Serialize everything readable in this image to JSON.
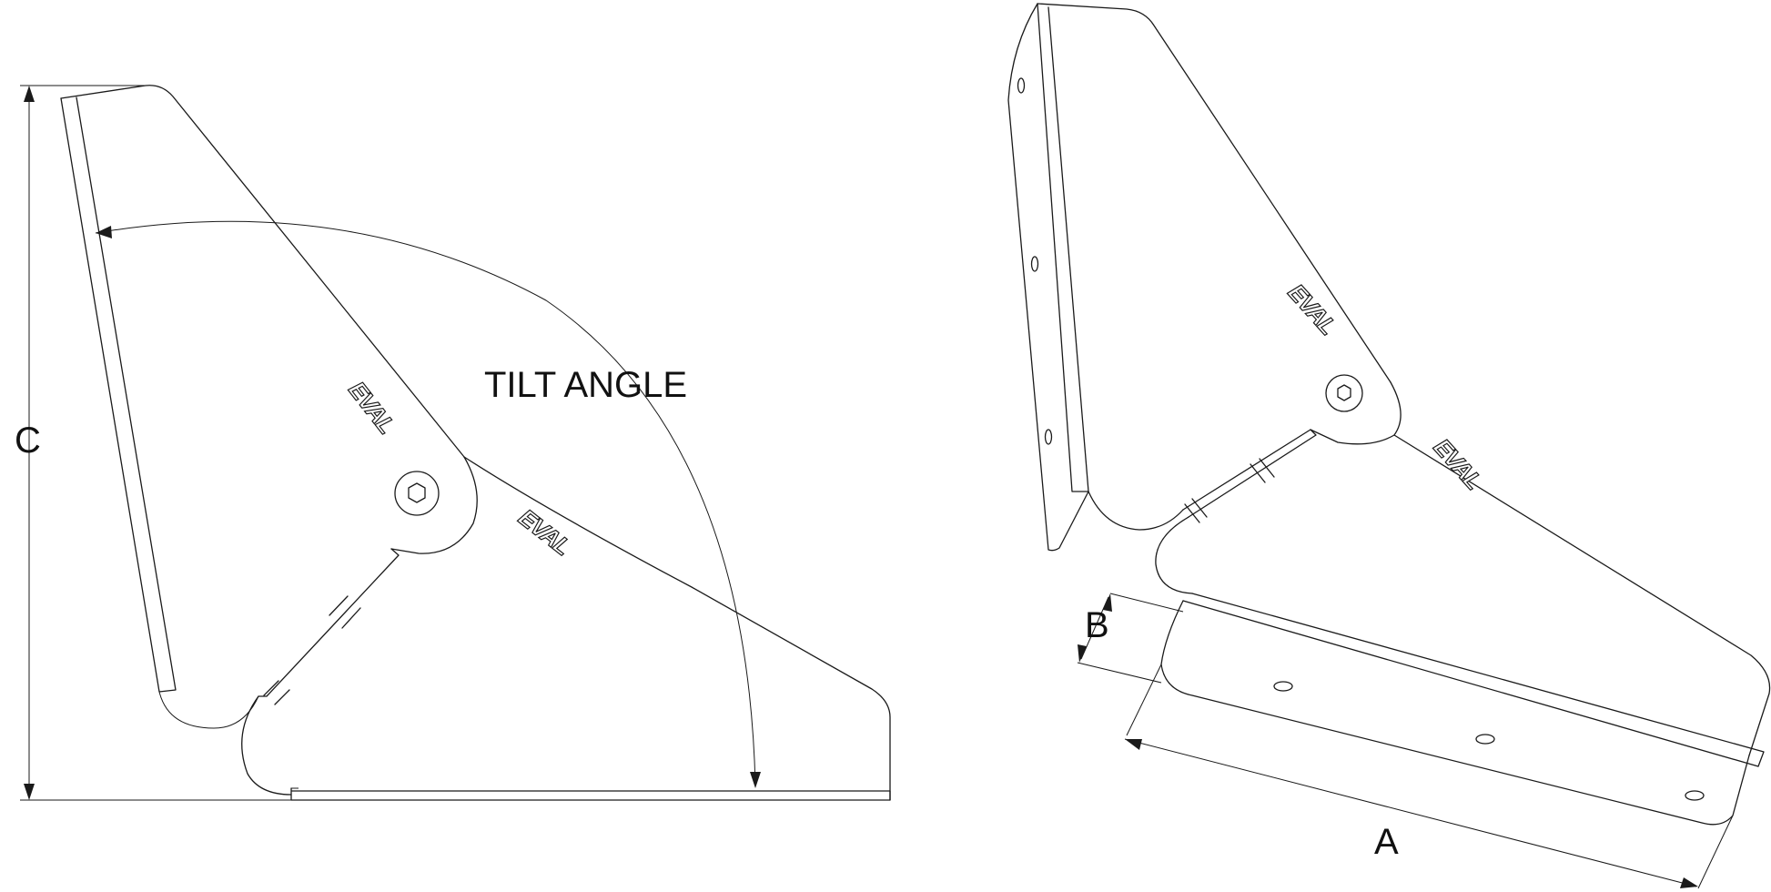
{
  "labels": {
    "tilt_angle": "TILT ANGLE",
    "dim_a": "A",
    "dim_b": "B",
    "dim_c": "C"
  },
  "logo_text": "EVAL",
  "colors": {
    "line": "#1a1a1a",
    "background": "#ffffff"
  }
}
